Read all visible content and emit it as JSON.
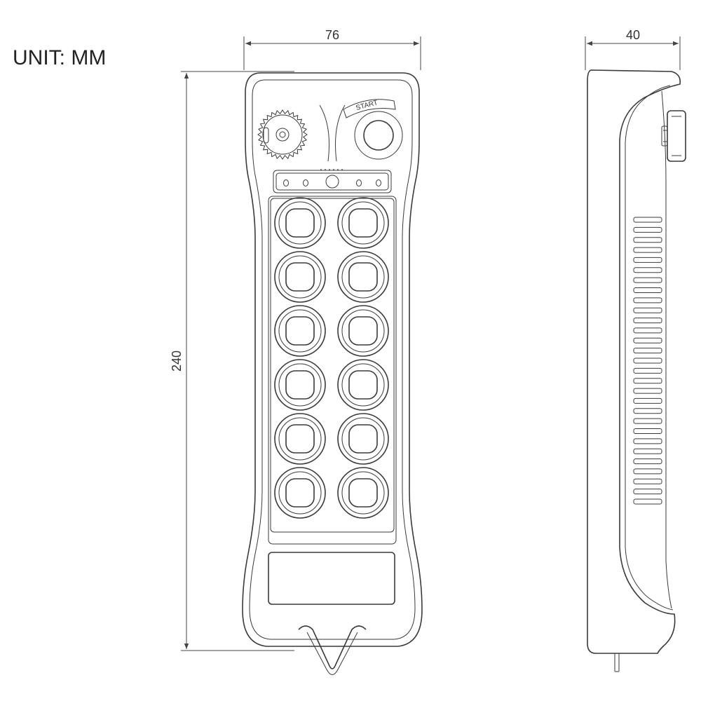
{
  "unit_label": "UNIT: MM",
  "dimensions": {
    "width": "76",
    "height": "240",
    "depth": "40"
  },
  "start_label": "START",
  "colors": {
    "line": "#3a3a3a",
    "background": "#ffffff"
  }
}
